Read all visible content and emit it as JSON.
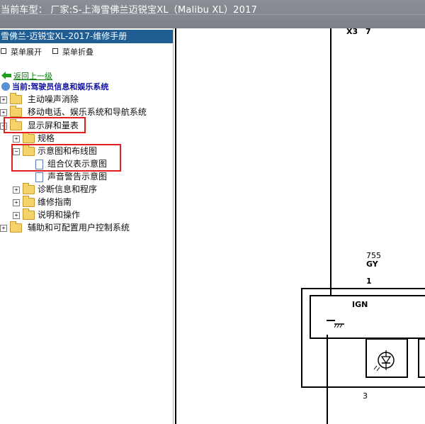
{
  "title_bar": {
    "text": "当前车型：  厂家:S-上海雪佛兰迈锐宝XL（Malibu XL）2017"
  },
  "sidebar": {
    "manual_title": "雪佛兰-迈锐宝XL-2017-维修手册",
    "expand_all": "菜单展开",
    "collapse_all": "菜单折叠",
    "back_link": "返回上一级",
    "current_label": "当前:驾驶员信息和娱乐系统",
    "tree": [
      {
        "label": "主动噪声消除",
        "expander": "+"
      },
      {
        "label": "移动电话、娱乐系统和导航系统",
        "expander": "+"
      },
      {
        "label": "显示屏和量表",
        "expander": "−"
      },
      {
        "label": "规格",
        "expander": "+"
      },
      {
        "label": "示意图和布线图",
        "expander": "−"
      },
      {
        "label": "组合仪表示意图"
      },
      {
        "label": "声音警告示意图"
      },
      {
        "label": "诊断信息和程序",
        "expander": "+"
      },
      {
        "label": "维修指南",
        "expander": "+"
      },
      {
        "label": "说明和操作",
        "expander": "+"
      },
      {
        "label": "辅助和可配置用户控制系统",
        "expander": "+"
      }
    ]
  },
  "diagram": {
    "connector_top": "X3",
    "pin_top": "7",
    "wire_circuit": "755",
    "wire_color": "GY",
    "pin_1": "1",
    "ign_label": "IGN",
    "pin_3": "3"
  },
  "colors": {
    "title_bar_bg": "#7f848b",
    "manual_header_bg": "#1f5d93",
    "highlight_box": "#e02020"
  }
}
